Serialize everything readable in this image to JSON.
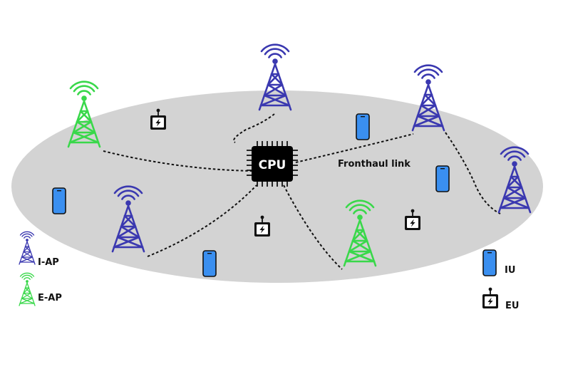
{
  "cpu_label": "CPU",
  "fronthaul_label": "Fronthaul link",
  "legend": {
    "iap_label": "I-AP",
    "eap_label": "E-AP",
    "iu_label": "IU",
    "eu_label": "EU"
  },
  "colors": {
    "iap": "#3a38b0",
    "eap": "#39d84a",
    "iu_fill": "#3a8ff0",
    "cell": "#d3d3d3",
    "cpu": "#000000"
  },
  "icons": {
    "iap": "radio-tower-blue-icon",
    "eap": "radio-tower-green-icon",
    "iu": "smartphone-icon",
    "eu": "energy-device-icon",
    "cpu": "cpu-chip-icon"
  }
}
